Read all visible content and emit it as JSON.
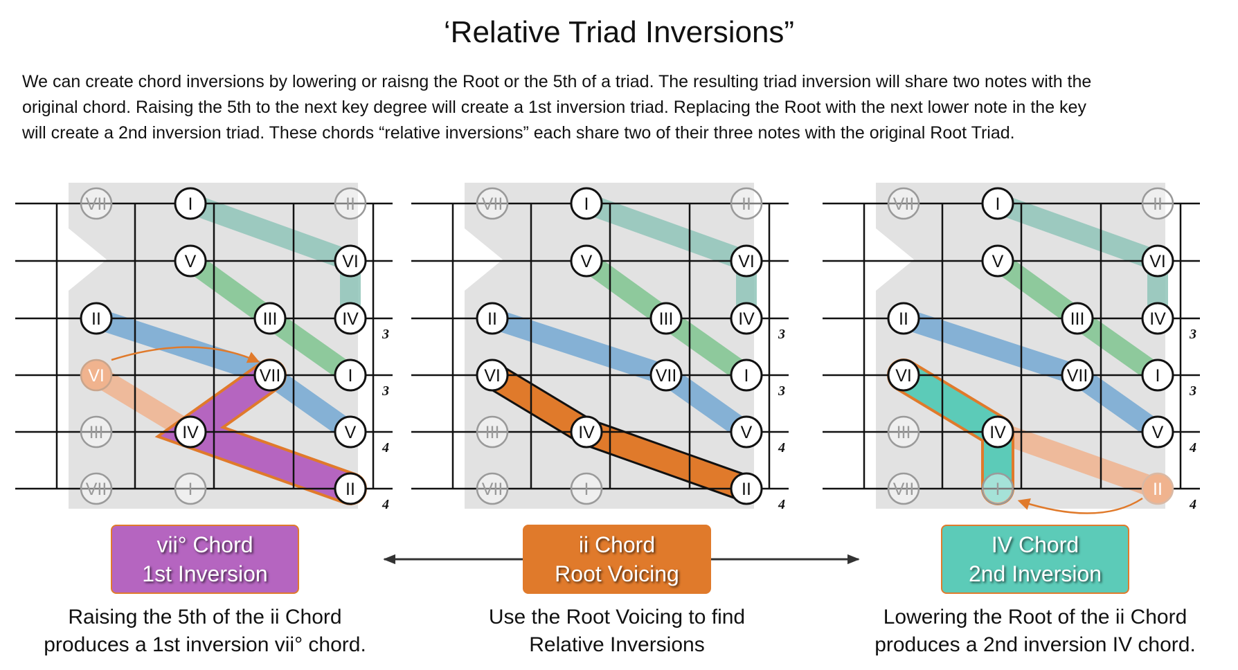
{
  "title": "‘Relative Triad Inversions”",
  "intro": [
    "We can create chord inversions by lowering or raisng the Root or the 5th of a triad. The resulting triad inversion will share two notes with the",
    "original chord. Raising the 5th to the next key degree will create a 1st inversion triad. Replacing the Root with the next lower note in the key",
    "will create a 2nd inversion triad.  These chords “relative inversions” each share two of their three notes with the original Root Triad."
  ],
  "colors": {
    "purple": "#b565c0",
    "orange": "#e07a2b",
    "teal": "#5ccbb8",
    "band_teal": "#8fc4b8",
    "band_green": "#7fc48f",
    "band_blue": "#74a8d2",
    "band_peach": "#f0b38e",
    "grey_panel": "#e2e2e2"
  },
  "fret_labels": [
    "3",
    "3",
    "4",
    "4"
  ],
  "diagrams": [
    {
      "id": "left",
      "nodes": [
        "VII",
        "I",
        "II",
        "V",
        "VI",
        "II",
        "III",
        "IV",
        "VI",
        "VII",
        "I",
        "III",
        "IV",
        "V",
        "VII",
        "I",
        "II"
      ],
      "box": {
        "line1": "vii° Chord",
        "line2": "1st Inversion"
      },
      "caption": {
        "line1": "Raising the 5th of the ii Chord",
        "line2": "produces a 1st inversion vii° chord."
      }
    },
    {
      "id": "center",
      "nodes": [
        "VII",
        "I",
        "II",
        "V",
        "VI",
        "II",
        "III",
        "IV",
        "VI",
        "VII",
        "I",
        "III",
        "IV",
        "V",
        "VII",
        "I",
        "II"
      ],
      "box": {
        "line1": "ii Chord",
        "line2": "Root Voicing"
      },
      "caption": {
        "line1": "Use the Root Voicing to find",
        "line2": "Relative Inversions"
      }
    },
    {
      "id": "right",
      "nodes": [
        "VII",
        "I",
        "II",
        "V",
        "VI",
        "II",
        "III",
        "IV",
        "VI",
        "VII",
        "I",
        "III",
        "IV",
        "V",
        "VII",
        "I",
        "II"
      ],
      "box": {
        "line1": "IV Chord",
        "line2": "2nd Inversion"
      },
      "caption": {
        "line1": "Lowering the Root of the ii Chord",
        "line2": "produces a 2nd inversion IV chord."
      }
    }
  ]
}
